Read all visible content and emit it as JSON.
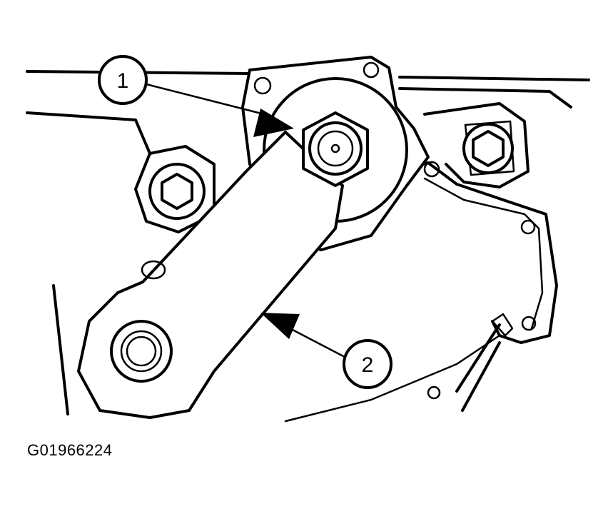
{
  "callouts": [
    {
      "label": "1"
    },
    {
      "label": "2"
    }
  ],
  "figure_id": "G01966224",
  "colors": {
    "ink": "#000000",
    "paper": "#ffffff"
  }
}
